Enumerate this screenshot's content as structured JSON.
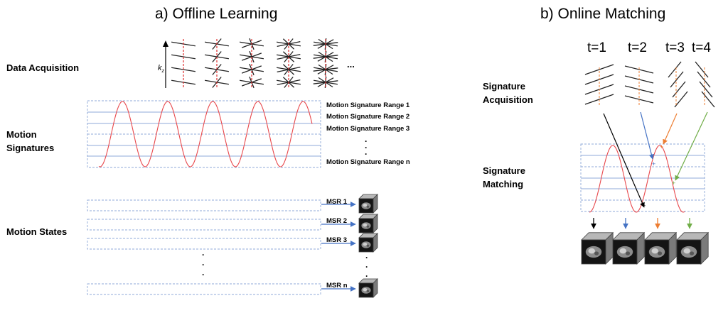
{
  "panel_a": {
    "title": "a) Offline Learning",
    "row_labels": {
      "data_acquisition": "Data Acquisition",
      "motion_signatures_1": "Motion",
      "motion_signatures_2": "Signatures",
      "motion_states": "Motion States"
    },
    "kz_label": "k",
    "kz_sub": "z",
    "ellipsis": "...",
    "ranges": [
      "Motion Signature Range 1",
      "Motion Signature Range 2",
      "Motion Signature Range 3",
      "Motion Signature Range n"
    ],
    "msr_labels": [
      "MSR 1",
      "MSR 2",
      "MSR 3",
      "MSR n"
    ],
    "vdots": ".",
    "colors": {
      "signal": "#e8484c",
      "band": "#8fa8d8",
      "arrow": "#4472c4"
    }
  },
  "panel_b": {
    "title": "b) Online Matching",
    "row_labels": {
      "signature_acquisition_1": "Signature",
      "signature_acquisition_2": "Acquisition",
      "signature_matching_1": "Signature",
      "signature_matching_2": "Matching"
    },
    "time_labels": [
      "t=1",
      "t=2",
      "t=3",
      "t=4"
    ],
    "time_colors": [
      "#000000",
      "#4472c4",
      "#ed7d31",
      "#70ad47"
    ]
  }
}
